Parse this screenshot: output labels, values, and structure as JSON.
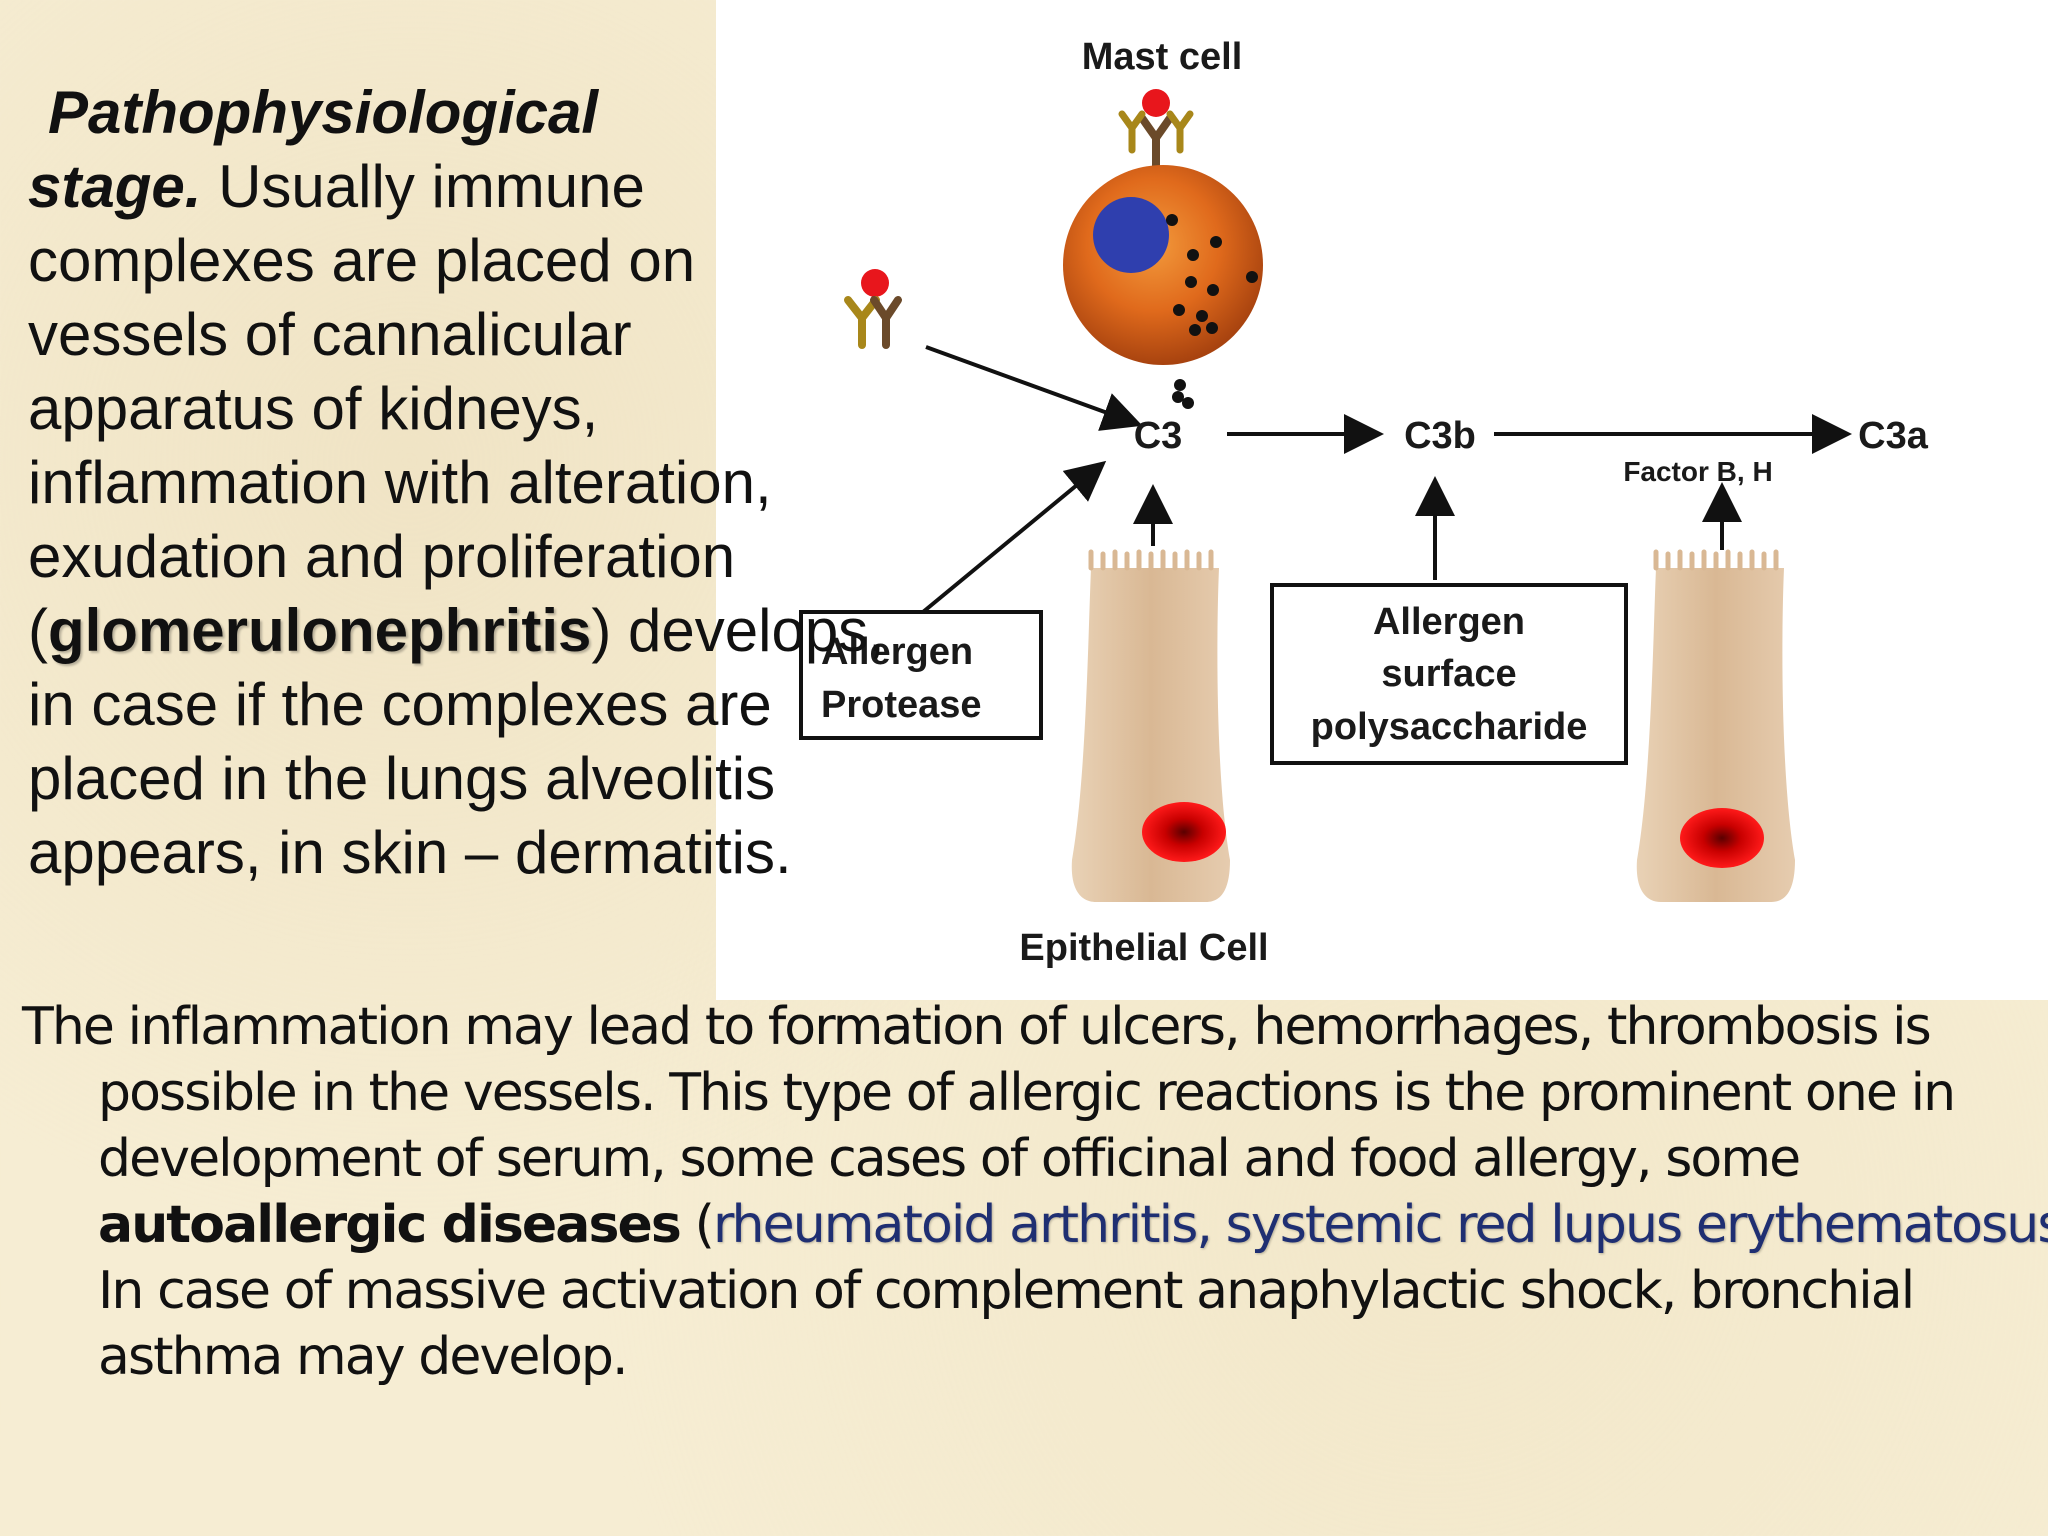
{
  "intro": {
    "lead_line1": "Pathophysiological",
    "lead_line2": "stage.",
    "text_a": " Usually immune complexes are placed on vessels of cannalicular apparatus of kidneys, inflammation with alteration, exudation and proliferation (",
    "term": "glomerulonephritis",
    "text_b": ") develops, in case if the complexes are placed in the lungs alveolitis appears, in skin – dermatitis."
  },
  "body": {
    "text_a": "The inflammation may lead to formation of ulcers, hemorrhages, thrombosis is possible in the vessels. This type of allergic reactions is the prominent one in development of serum, some cases of officinal and food allergy, some ",
    "bold": "autoallergic diseases",
    "paren_open": " (",
    "link": "rheumatoid arthritis, systemic red lupus erythematosus",
    "text_b": "). In case of massive activation of complement anaphylactic shock, bronchial asthma may develop."
  },
  "diagram": {
    "mast_cell": "Mast cell",
    "c3": "C3",
    "c3b": "C3b",
    "c3a": "C3a",
    "factor": "Factor B, H",
    "protease_line1": "Allergen",
    "protease_line2": "Protease",
    "poly_line1": "Allergen",
    "poly_line2": "surface",
    "poly_line3": "polysaccharide",
    "epithelial": "Epithelial Cell"
  }
}
